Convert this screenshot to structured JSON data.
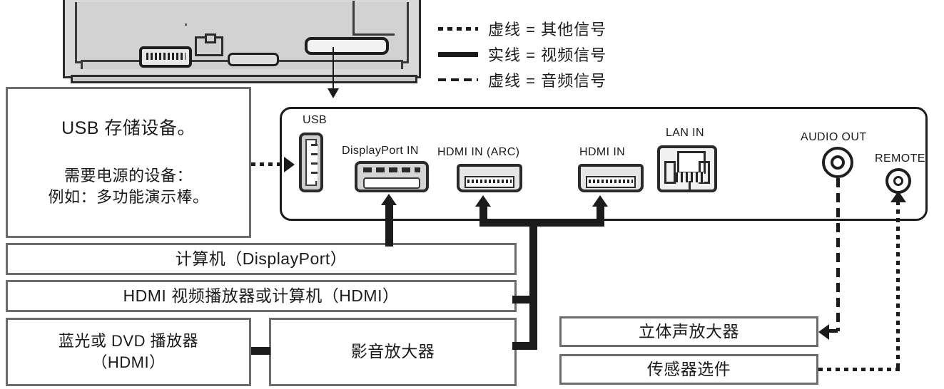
{
  "legend": {
    "rows": [
      {
        "style": "dotted",
        "text": "虚线 = 其他信号"
      },
      {
        "style": "solid",
        "text": "实线 = 视频信号"
      },
      {
        "style": "dashed",
        "text": "虚线 = 音频信号"
      }
    ]
  },
  "panel": {
    "ports": [
      {
        "name": "usb",
        "label": "USB"
      },
      {
        "name": "displayport",
        "label": "DisplayPort IN"
      },
      {
        "name": "hdmi-arc",
        "label": "HDMI IN (ARC)"
      },
      {
        "name": "hdmi-in",
        "label": "HDMI IN"
      },
      {
        "name": "lan",
        "label": "LAN IN"
      },
      {
        "name": "audio-out",
        "label": "AUDIO OUT"
      },
      {
        "name": "remote",
        "label": "REMOTE"
      }
    ]
  },
  "devices": {
    "usb_storage_line1": "USB 存储设备。",
    "usb_storage_line2a": "需要电源的设备：",
    "usb_storage_line2b": "例如：多功能演示棒。",
    "computer_displayport": "计算机（DisplayPort）",
    "hdmi_player_or_computer": "HDMI 视频播放器或计算机（HDMI）",
    "bluray_line1": "蓝光或 DVD 播放器",
    "bluray_line2": "（HDMI）",
    "av_amplifier": "影音放大器",
    "stereo_amplifier": "立体声放大器",
    "sensor_option": "传感器选件"
  }
}
